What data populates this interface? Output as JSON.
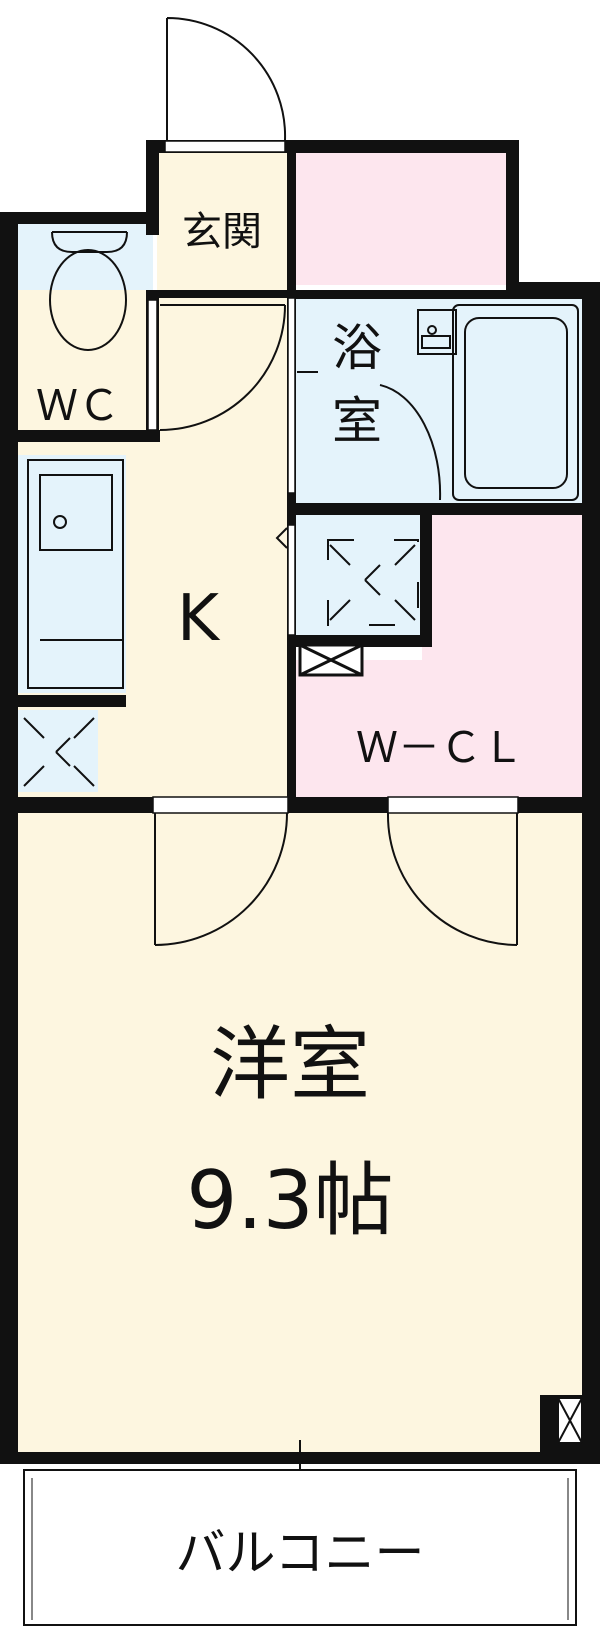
{
  "rooms": {
    "genkan": "玄関",
    "wc": "ＷＣ",
    "bath_line1": "浴",
    "bath_line2": "室",
    "kitchen": "K",
    "wcl": "Ｗ－ＣＬ",
    "western_line1": "洋室",
    "western_line2": "9.3帖",
    "balcony": "バルコニー"
  },
  "colors": {
    "wall": "#111111",
    "floor_beige": "#fdf6e0",
    "wet_blue": "#e4f3fb",
    "storage_pink": "#fde6ee",
    "balcony": "#ffffff"
  }
}
